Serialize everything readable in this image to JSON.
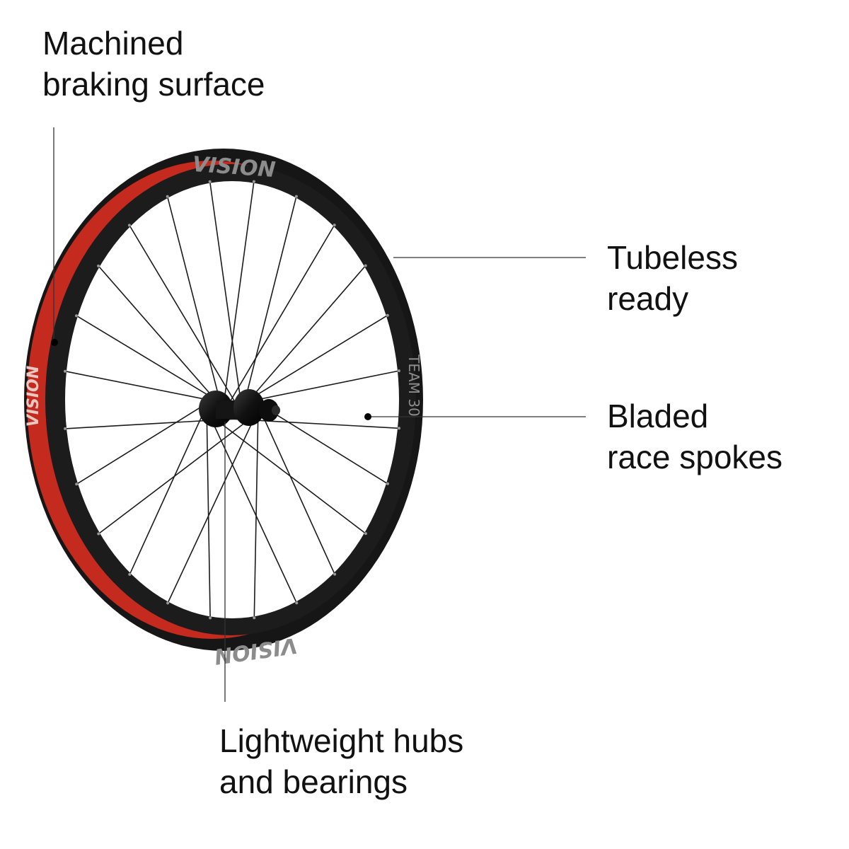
{
  "callouts": {
    "braking": {
      "lines": [
        "Machined",
        "braking surface"
      ]
    },
    "tubeless": {
      "lines": [
        "Tubeless",
        "ready"
      ]
    },
    "spokes": {
      "lines": [
        "Bladed",
        "race spokes"
      ]
    },
    "hubs": {
      "lines": [
        "Lightweight hubs",
        "and bearings"
      ]
    }
  },
  "rim_text": {
    "brand": "VISION",
    "model": "TEAM 30"
  },
  "colors": {
    "rim": "#161616",
    "brake_track_red": "#c42a1e",
    "spoke": "#1b1b1b",
    "rim_text": "#8c8c8c",
    "leader_line": "#333333"
  },
  "wheel": {
    "spoke_count": 24
  }
}
